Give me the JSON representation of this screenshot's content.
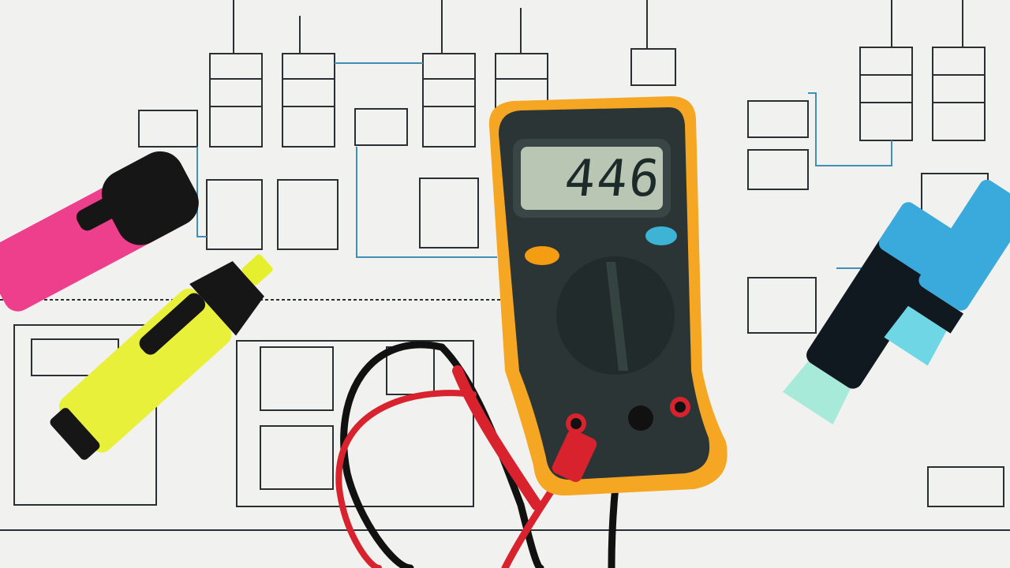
{
  "scene": {
    "description": "Digital multimeter with test leads on an electrical schematic, surrounded by highlighter pens",
    "multimeter": {
      "display_reading": "446",
      "body_color": "#f5a623",
      "face_color": "#2b3536",
      "lcd_color": "#b9c6b4",
      "button_left_color": "#f59d12",
      "button_right_color": "#3db3d6",
      "probe_red": "#d8232f",
      "probe_black": "#111111"
    },
    "highlighters": [
      {
        "name": "pink",
        "color": "#ee3f8c"
      },
      {
        "name": "yellow",
        "color": "#e9f03a"
      },
      {
        "name": "teal-black",
        "color": "#101820",
        "accent": "#a7ead9"
      },
      {
        "name": "blue",
        "color": "#3aa9dc"
      }
    ],
    "paper_color": "#f1f2ef",
    "schematic_line_color": "#2a2f33",
    "schematic_wire_accent": "#3f8fb8"
  }
}
